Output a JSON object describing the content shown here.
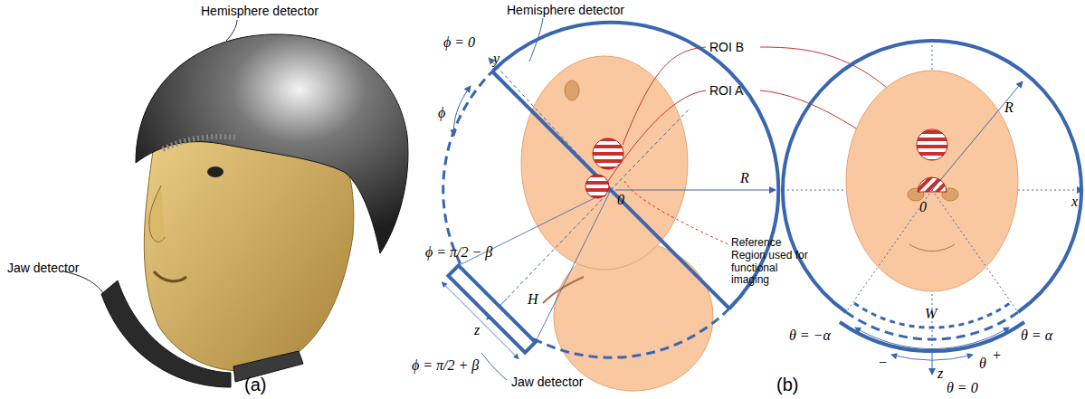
{
  "diagram": {
    "labels": [
      "Hemisphere detector",
      "Jaw detector",
      "(a)",
      "Hemisphere detector",
      "ROI B",
      "ROI A",
      "ϕ = 0",
      "y",
      "ϕ",
      "R",
      "0",
      "Reference Region used for functional imaging",
      "ϕ = π/2 − β",
      "H",
      "z",
      "ϕ = π/2 + β",
      "Jaw detector",
      "(b)",
      "R",
      "x",
      "0",
      "W",
      "θ = −α",
      "θ = α",
      "θ",
      "−",
      "+",
      "z",
      "θ = 0"
    ]
  }
}
